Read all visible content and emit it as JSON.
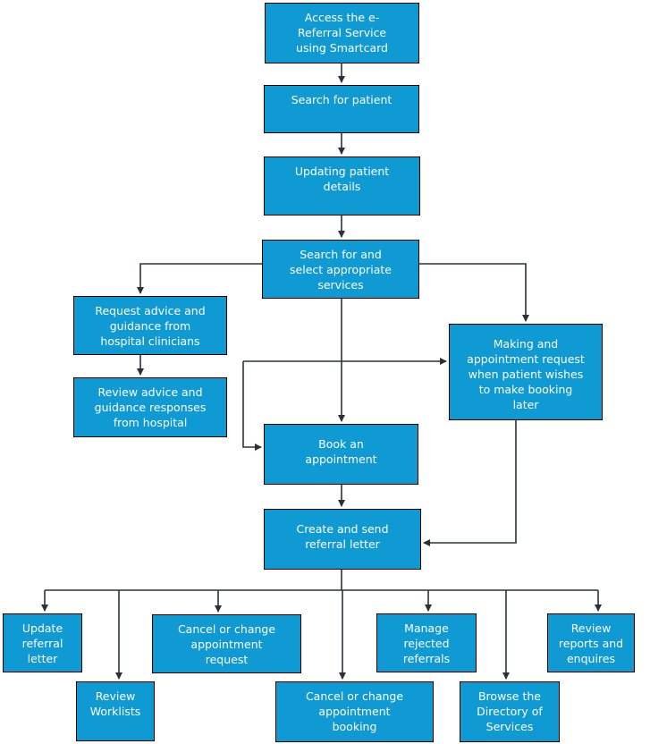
{
  "colors": {
    "node_fill": "#0f9ad3",
    "node_border": "#000000",
    "node_text": "#ffffff",
    "connector": "#2b303a",
    "background": "#ffffff"
  },
  "nodes": {
    "access": {
      "label": "Access the e-\nReferral Service\nusing Smartcard"
    },
    "search_patient": {
      "label": "Search for patient"
    },
    "updating_details": {
      "label": "Updating patient\ndetails"
    },
    "select_services": {
      "label": "Search for and\nselect appropriate\nservices"
    },
    "request_advice": {
      "label": "Request advice and\nguidance from\nhospital clinicians"
    },
    "review_advice": {
      "label": "Review advice and\nguidance responses\nfrom hospital"
    },
    "making_request": {
      "label": "Making and\nappointment request\nwhen patient wishes\nto make booking\nlater"
    },
    "book_appointment": {
      "label": "Book an\nappointment"
    },
    "create_letter": {
      "label": "Create and send\nreferral letter"
    },
    "update_letter": {
      "label": "Update\nreferral\nletter"
    },
    "review_worklists": {
      "label": "Review\nWorklists"
    },
    "cancel_request": {
      "label": "Cancel or change\nappointment\nrequest"
    },
    "cancel_booking": {
      "label": "Cancel or change\nappointment\nbooking"
    },
    "manage_rejected": {
      "label": "Manage\nrejected\nreferrals"
    },
    "browse_directory": {
      "label": "Browse the\nDirectory of\nServices"
    },
    "review_reports": {
      "label": "Review\nreports and\nenquires"
    }
  }
}
